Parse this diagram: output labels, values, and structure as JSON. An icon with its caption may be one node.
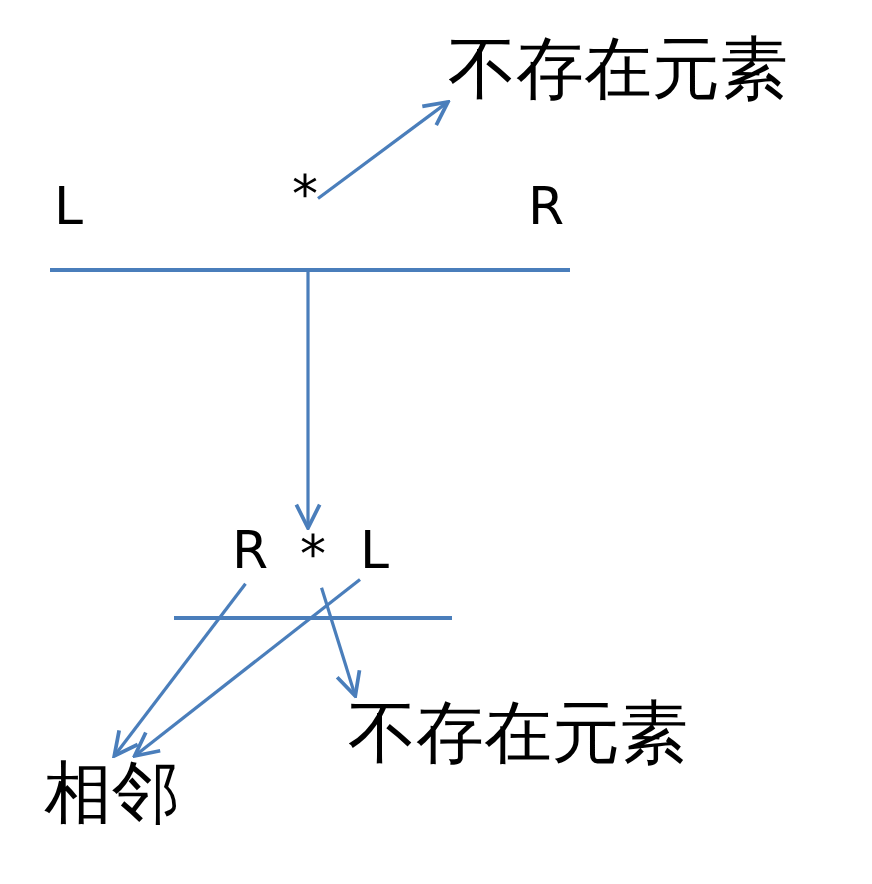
{
  "diagram": {
    "nodes": [
      {
        "text": [
          "不存在元素"
        ]
      },
      {
        "text": [
          "L"
        ]
      },
      {
        "text": [
          "*"
        ]
      },
      {
        "text": [
          "R"
        ]
      },
      {
        "text": [],
        "shape": "bar"
      },
      {
        "text": [
          "R"
        ]
      },
      {
        "text": [
          "*"
        ]
      },
      {
        "text": [
          "L"
        ]
      },
      {
        "text": [],
        "shape": "bar"
      },
      {
        "text": [
          "不存在元素"
        ]
      },
      {
        "text": [
          "相邻"
        ]
      }
    ],
    "edges": [
      {
        "from": 2,
        "to": 0,
        "arrow": "to"
      },
      {
        "from": 4,
        "to": 6,
        "arrow": "to"
      },
      {
        "from": 5,
        "to": 10,
        "arrow": "to"
      },
      {
        "from": 7,
        "to": 10,
        "arrow": "to"
      },
      {
        "from": 6,
        "to": 9,
        "arrow": "to"
      }
    ]
  }
}
